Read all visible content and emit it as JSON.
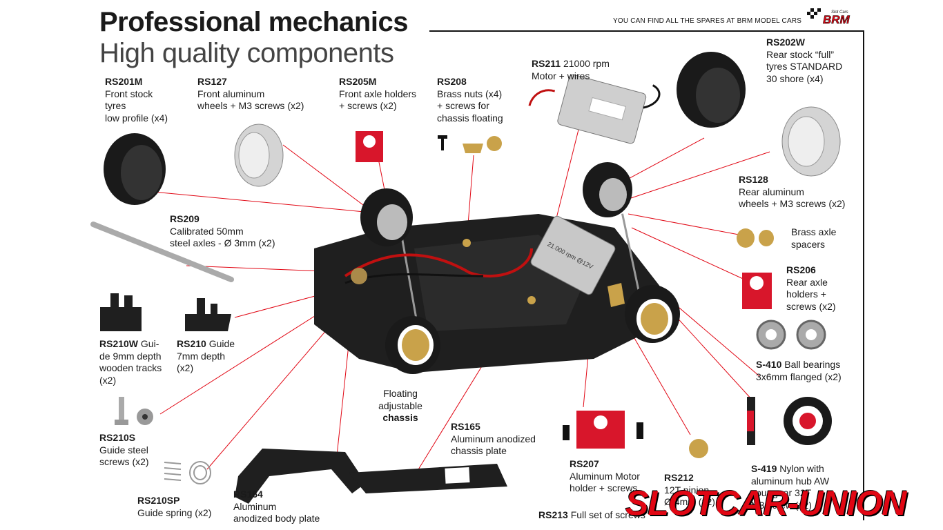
{
  "header": {
    "title": "Professional mechanics",
    "subtitle": "High quality components",
    "tagline": "YOU CAN FIND ALL THE SPARES AT BRM MODEL CARS",
    "logo_small": "Slot Cars",
    "logo_text": "BRM"
  },
  "parts": [
    {
      "code": "RS201M",
      "desc": [
        "Front stock",
        "tyres",
        "low profile (x4)"
      ]
    },
    {
      "code": "RS127",
      "desc": [
        "Front aluminum",
        "wheels + M3 screws (x2)"
      ]
    },
    {
      "code": "RS205M",
      "desc": [
        "Front axle holders",
        "+ screws (x2)"
      ]
    },
    {
      "code": "RS208",
      "desc": [
        "Brass nuts (x4)",
        "+ screws for",
        "chassis floating"
      ]
    },
    {
      "code": "RS211",
      "desc": [
        "21000 rpm",
        "Motor + wires"
      ]
    },
    {
      "code": "RS202W",
      "desc": [
        "Rear stock “full”",
        "tyres STANDARD",
        "30 shore (x4)"
      ]
    },
    {
      "code": "RS128",
      "desc": [
        "Rear aluminum",
        "wheels + M3 screws (x2)"
      ]
    },
    {
      "code": "",
      "desc": [
        "Brass axle",
        "spacers"
      ]
    },
    {
      "code": "RS206",
      "desc": [
        "Rear axle",
        "holders +",
        "screws (x2)"
      ]
    },
    {
      "code": "S-410",
      "desc": [
        "Ball bearings",
        "3x6mm flanged (x2)"
      ]
    },
    {
      "code": "RS209",
      "desc": [
        "Calibrated 50mm",
        "steel axles - Ø 3mm (x2)"
      ]
    },
    {
      "code": "RS210W",
      "desc": [
        "Gui-",
        "de 9mm depth",
        "wooden tracks",
        "(x2)"
      ]
    },
    {
      "code": "RS210",
      "desc": [
        "Guide",
        "7mm depth",
        "(x2)"
      ]
    },
    {
      "code": "RS210S",
      "desc": [
        "Guide steel",
        "screws (x2)"
      ]
    },
    {
      "code": "RS210SP",
      "desc": [
        "Guide spring (x2)"
      ]
    },
    {
      "code": "RS164",
      "desc": [
        "Aluminum",
        "anodized body plate"
      ]
    },
    {
      "code": "",
      "desc": [
        "Floating",
        "adjustable",
        "chassis"
      ]
    },
    {
      "code": "RS165",
      "desc": [
        "Aluminum anodized",
        "chassis plate"
      ]
    },
    {
      "code": "RS207",
      "desc": [
        "Aluminum Motor",
        "holder + screws"
      ]
    },
    {
      "code": "RS212",
      "desc": [
        "12T pinion",
        "Ø 4mm (x2)"
      ]
    },
    {
      "code": "S-419",
      "desc": [
        "Nylon with",
        "aluminum hub AW",
        "spur gear 32T",
        "M3 screw (x2)"
      ]
    },
    {
      "code": "RS213",
      "desc": [
        "Full set of screws"
      ]
    }
  ],
  "motor_text": "21.000 rpm @12V",
  "watermark": "SLOTCAR-UNION",
  "colors": {
    "accent": "#e10613",
    "anodized": "#d8162b",
    "chassis": "#1f1f1f",
    "brass": "#c9a24a"
  }
}
